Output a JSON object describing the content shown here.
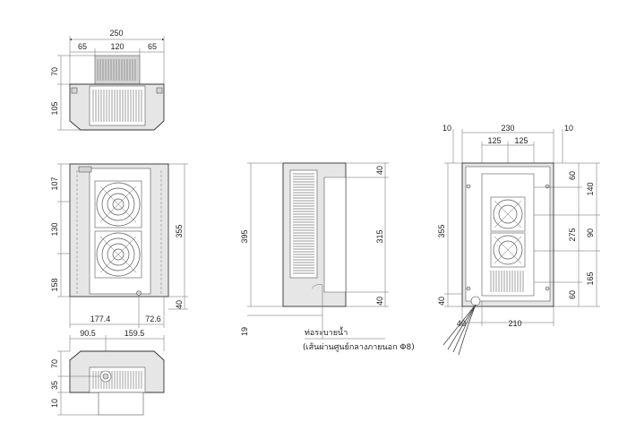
{
  "top_view": {
    "dims": {
      "total_width": "250",
      "left": "65",
      "center": "120",
      "right": "65",
      "top_height": "70",
      "bottom_height": "105"
    }
  },
  "front_view": {
    "dims": {
      "h_top": "107",
      "h_mid": "130",
      "h_bottom": "158",
      "h_total": "355",
      "h_base": "40",
      "w_left": "177.4",
      "w_right": "72.6"
    }
  },
  "bottom_view": {
    "dims": {
      "w_left": "90.5",
      "w_right": "159.5",
      "h_top": "70",
      "h_mid": "35",
      "h_low": "10"
    }
  },
  "side_view": {
    "dims": {
      "h_total": "395",
      "h_top": "40",
      "h_mid": "315",
      "h_bottom": "40",
      "h_foot": "19"
    },
    "note_line1": "ท่อระบายน้ำ",
    "note_line2": "(เส้นผ่านศูนย์กลางภายนอก Φ8)"
  },
  "rear_view": {
    "dims": {
      "w_left_margin": "10",
      "w_total": "230",
      "w_right_margin": "10",
      "w_half_left": "125",
      "w_half_right": "125",
      "h_total": "355",
      "h_base": "40",
      "r_top": "60",
      "r_a": "140",
      "r_b": "275",
      "r_c": "90",
      "r_d": "165",
      "r_bottom": "60",
      "w_bottom_left": "40",
      "w_bottom_center": "210"
    }
  }
}
